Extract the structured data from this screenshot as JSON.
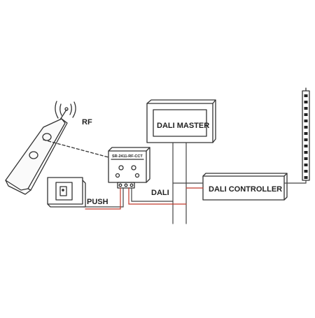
{
  "labels": {
    "rf": "RF",
    "push": "PUSH",
    "dali": "DALI",
    "dali_master": "DALI MASTER",
    "dali_controller": "DALI CONTROLLER",
    "receiver_model": "SR-2411-RF-CCT"
  },
  "colors": {
    "sketch": "#333333",
    "wire_dark": "#444444",
    "wire_red": "#c0392b",
    "led": "#222222"
  },
  "icons": [
    "remote-icon",
    "antenna-icon",
    "wall-switch-icon",
    "led-strip-icon"
  ]
}
